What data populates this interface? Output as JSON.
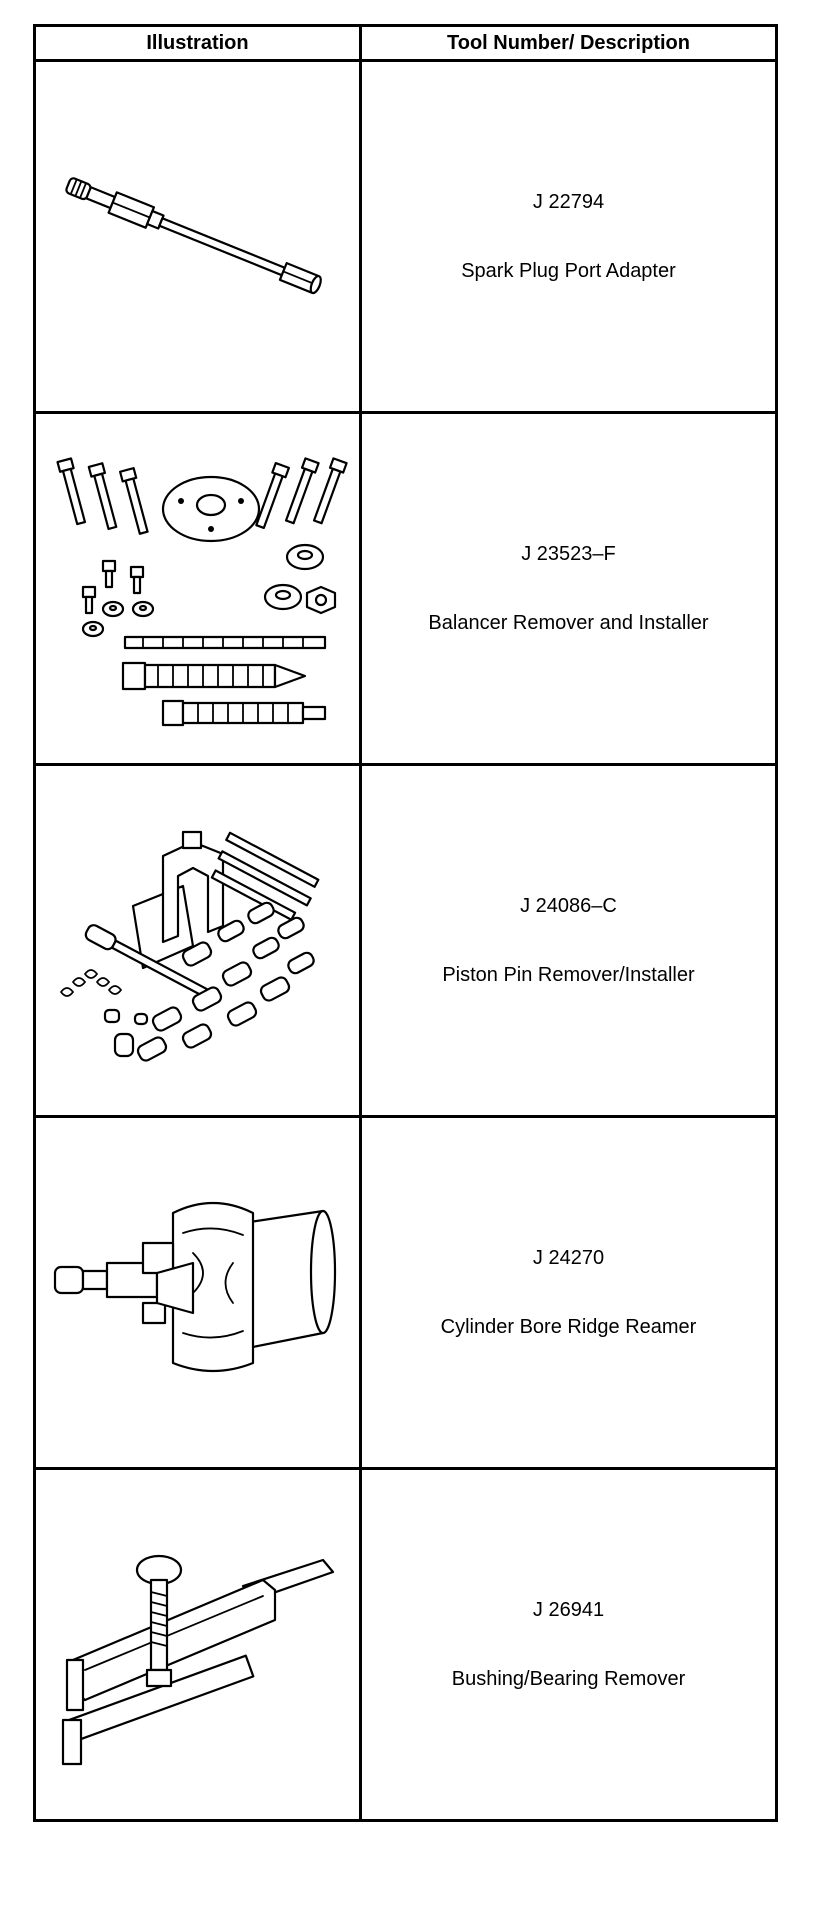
{
  "table": {
    "headers": {
      "illustration": "Illustration",
      "description": "Tool Number/ Description"
    },
    "rows": [
      {
        "tool_number": "J 22794",
        "description": "Spark Plug Port Adapter",
        "icon": "spark-plug-port-adapter-illustration"
      },
      {
        "tool_number": "J 23523–F",
        "description": "Balancer Remover and Installer",
        "icon": "balancer-remover-installer-illustration"
      },
      {
        "tool_number": "J 24086–C",
        "description": "Piston Pin Remover/Installer",
        "icon": "piston-pin-remover-installer-illustration"
      },
      {
        "tool_number": "J 24270",
        "description": "Cylinder Bore Ridge Reamer",
        "icon": "cylinder-bore-ridge-reamer-illustration"
      },
      {
        "tool_number": "J 26941",
        "description": "Bushing/Bearing Remover",
        "icon": "bushing-bearing-remover-illustration"
      }
    ]
  }
}
